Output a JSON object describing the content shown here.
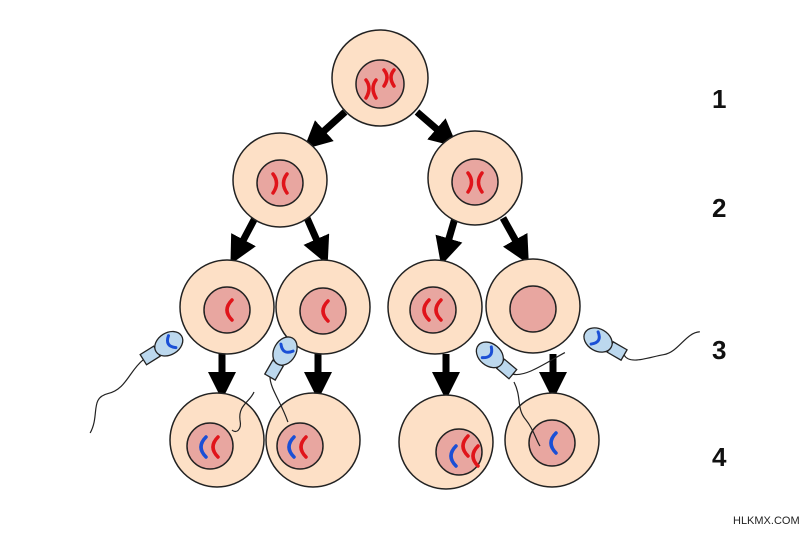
{
  "row_labels": [
    "1",
    "2",
    "3",
    "4"
  ],
  "watermark": "HLKMX.COM",
  "colors": {
    "cell_fill": "#fde0c6",
    "cell_stroke": "#222222",
    "nucleus_fill": "#e8a6a0",
    "maternal_chromosome": "#e0141a",
    "paternal_chromosome": "#1a4fd6",
    "sperm_head": "#bcd8ee",
    "arrow": "#000000"
  },
  "icons": [
    "cell",
    "nucleus",
    "chromosome",
    "sperm",
    "arrow"
  ]
}
